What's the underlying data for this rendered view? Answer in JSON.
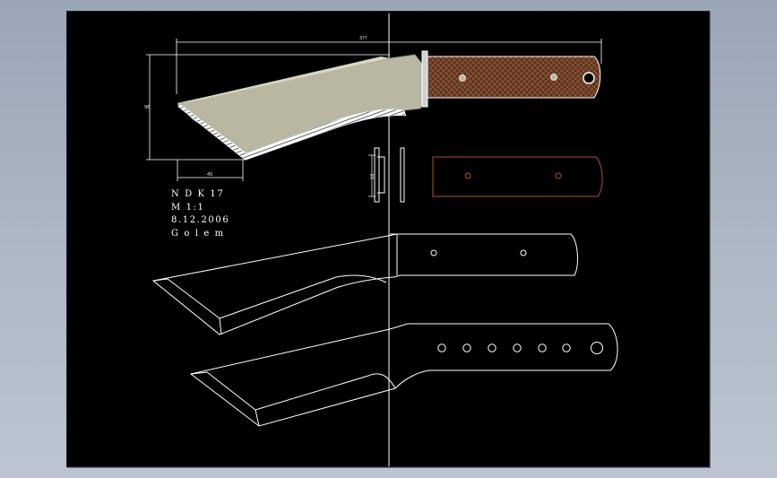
{
  "drawing": {
    "notes": [
      "N D K 17",
      "M 1:1",
      "8.12.2006",
      "G o l e m"
    ],
    "dimensions": {
      "overall_length": "3??",
      "blade_height": "96",
      "edge_width": "45",
      "handle_thickness": "18"
    }
  },
  "colors": {
    "background": "#000000",
    "line": "#ffffff",
    "blade_fill": "#b9b7a2",
    "handle_fill": "#5a3521",
    "handle_outline": "#b0522a"
  }
}
